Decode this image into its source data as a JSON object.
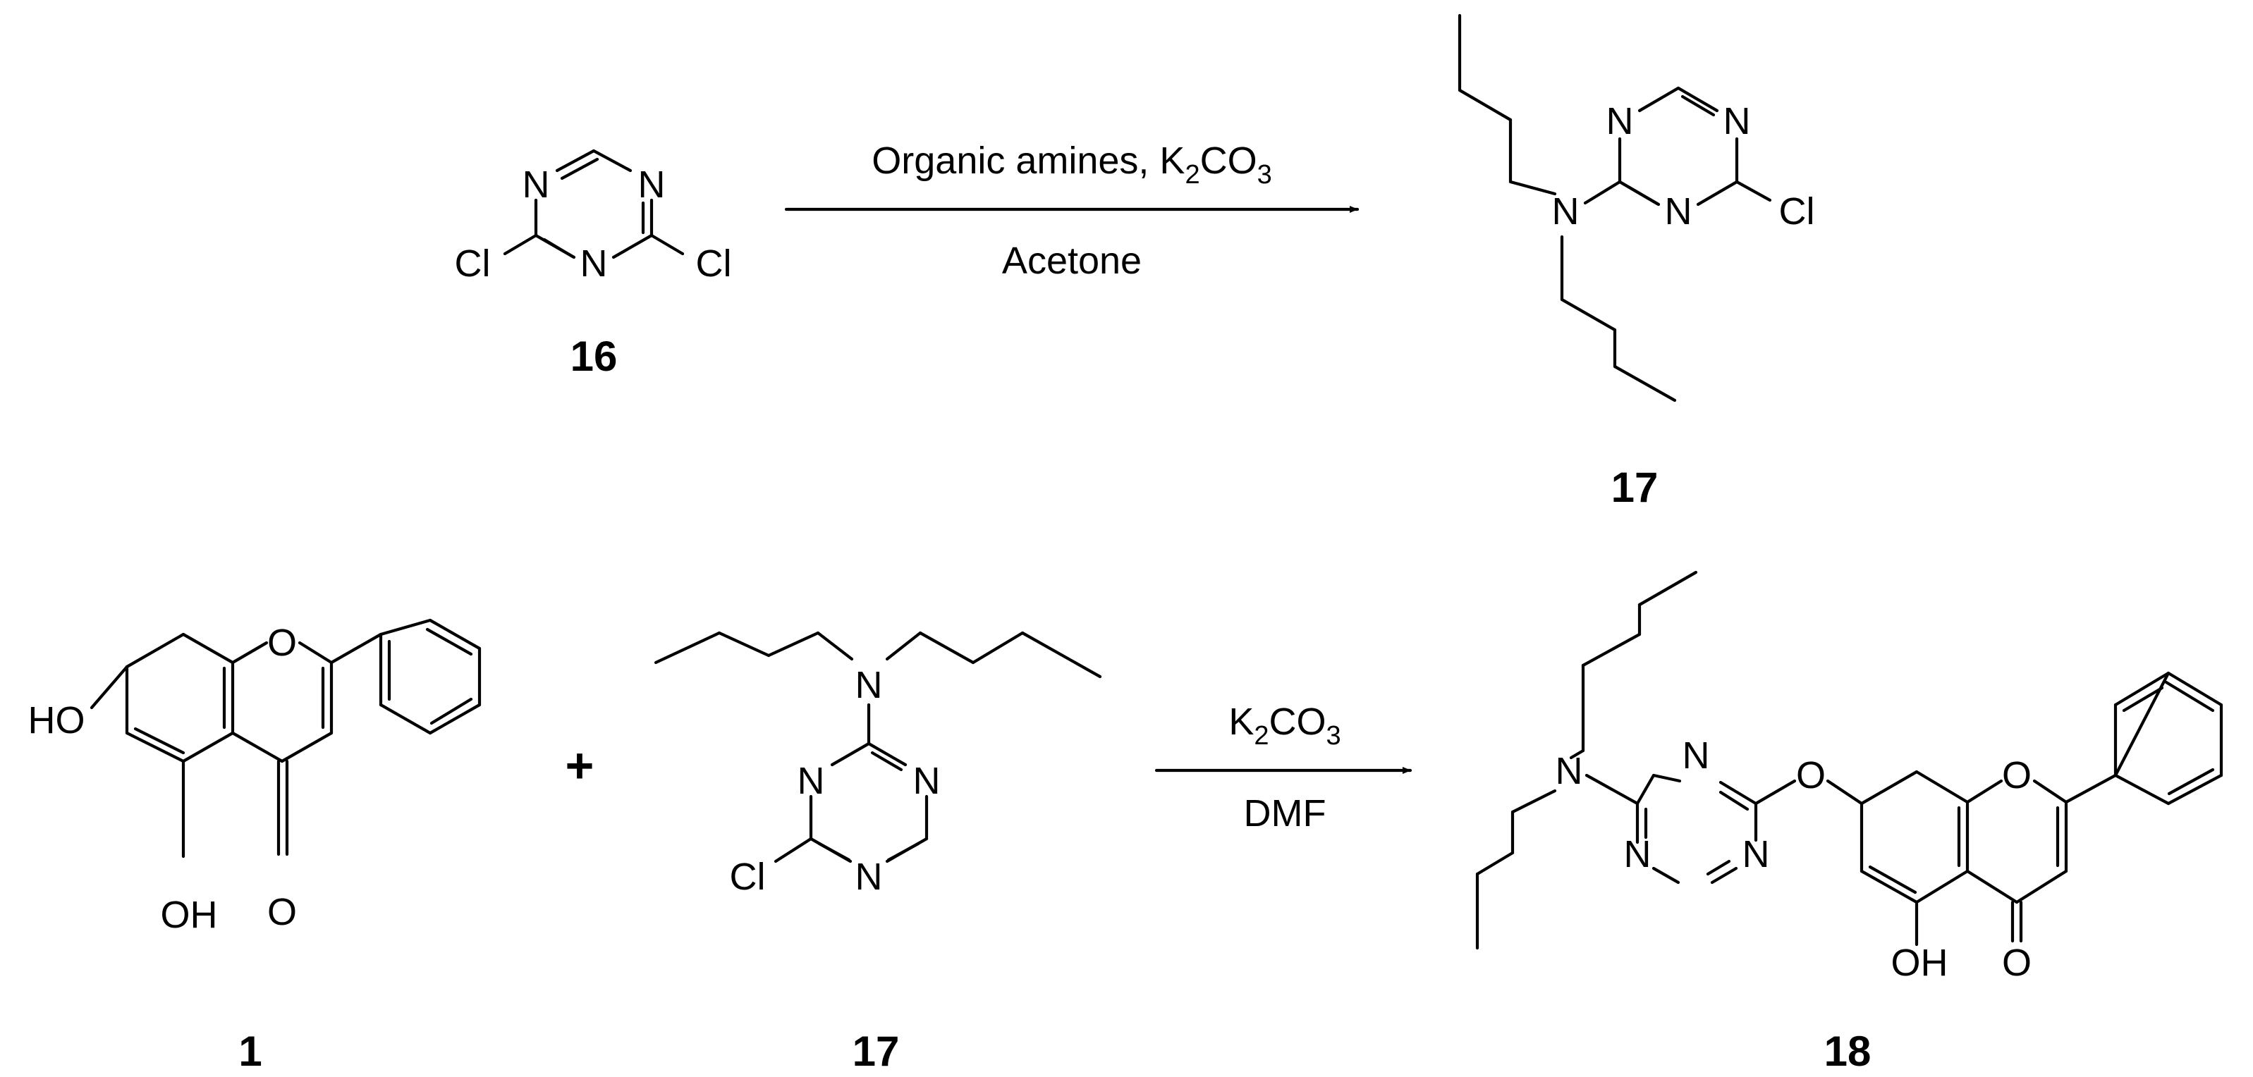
{
  "reactions": [
    {
      "reactant": {
        "label": "16",
        "atoms": [
          "N",
          "N",
          "N",
          "Cl",
          "Cl"
        ]
      },
      "conditions": {
        "reagents_prefix": "Organic amines, K",
        "reagents_sub1": "2",
        "reagents_mid": "CO",
        "reagents_sub2": "3",
        "solvent": "Acetone"
      },
      "product": {
        "label": "17",
        "atoms": [
          "N",
          "N",
          "N",
          "N",
          "Cl"
        ]
      }
    },
    {
      "reactant_1": {
        "label": "1",
        "atoms": [
          "HO",
          "O",
          "OH",
          "O"
        ]
      },
      "plus": "+",
      "reactant_2": {
        "label": "17",
        "atoms": [
          "N",
          "N",
          "N",
          "N",
          "Cl"
        ]
      },
      "conditions": {
        "reagent": "K",
        "reagent_sub1": "2",
        "reagent_mid": "CO",
        "reagent_sub2": "3",
        "solvent": "DMF"
      },
      "product": {
        "label": "18",
        "atoms": [
          "N",
          "N",
          "N",
          "N",
          "O",
          "O",
          "OH",
          "O"
        ]
      }
    }
  ]
}
